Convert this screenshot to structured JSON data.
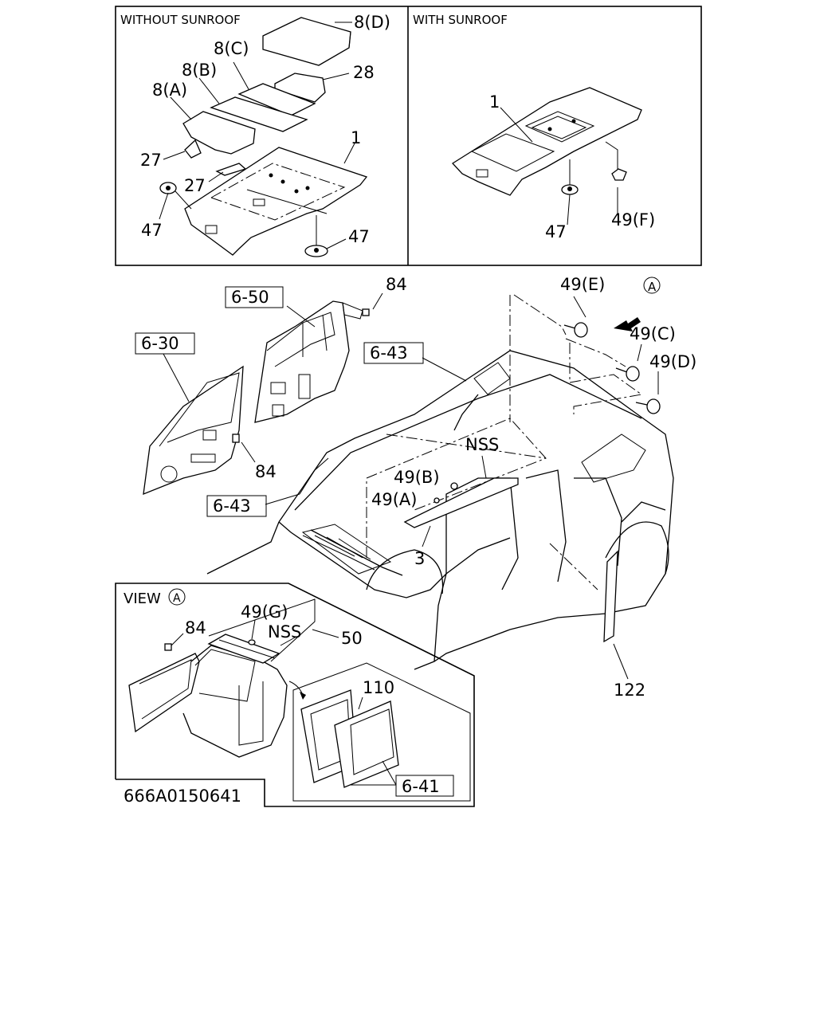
{
  "panels": {
    "without_sunroof": "WITHOUT SUNROOF",
    "with_sunroof": "WITH SUNROOF"
  },
  "callouts": {
    "p8d": "8(D)",
    "p8c": "8(C)",
    "p8b": "8(B)",
    "p8a": "8(A)",
    "p28": "28",
    "p27a": "27",
    "p27b": "27",
    "p1a": "1",
    "p47a": "47",
    "p47b": "47",
    "p1b": "1",
    "p47c": "47",
    "p49f": "49(F)",
    "p84a": "84",
    "p6_50": "6-50",
    "p6_30": "6-30",
    "p84b": "84",
    "p6_43a": "6-43",
    "p6_43b": "6-43",
    "p49e": "49(E)",
    "viewA_mark": "A",
    "p49c": "49(C)",
    "p49d": "49(D)",
    "nss1": "NSS",
    "p49b": "49(B)",
    "p49a": "49(A)",
    "p3": "3",
    "p122": "122",
    "view_label": "VIEW",
    "view_mark": "A",
    "p84c": "84",
    "p49g": "49(G)",
    "nss2": "NSS",
    "p50": "50",
    "p110": "110",
    "p6_41": "6-41",
    "figure_id": "666A0150641"
  }
}
